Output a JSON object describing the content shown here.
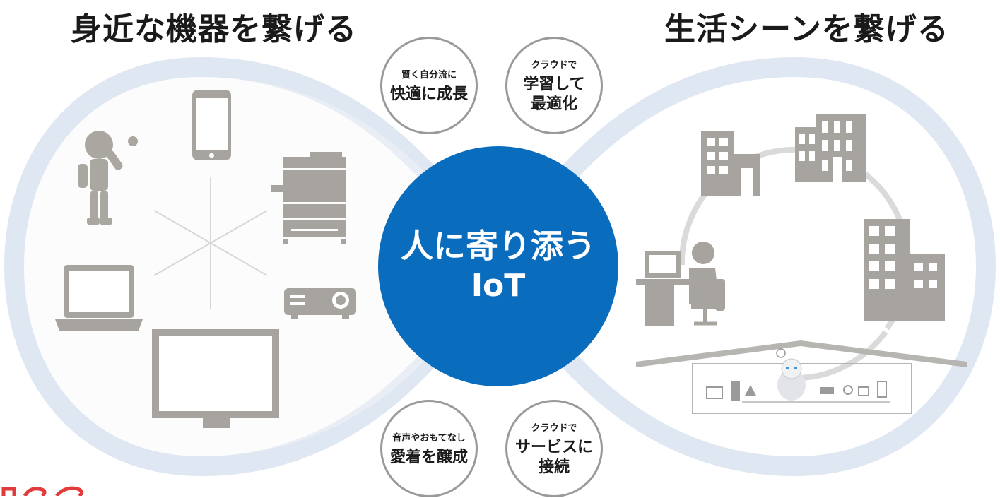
{
  "headings": {
    "left": "身近な機器を繋げる",
    "right": "生活シーンを繋げる"
  },
  "center": {
    "line1": "人に寄り添う",
    "line2": "IoT"
  },
  "bubbles": {
    "top_left": {
      "small": "賢く自分流に",
      "big": "快適に成長"
    },
    "top_right": {
      "small": "クラウドで",
      "big": "学習して\n最適化"
    },
    "bottom_left": {
      "small": "音声やおもてなし",
      "big": "愛着を醸成"
    },
    "bottom_right": {
      "small": "クラウドで",
      "big": "サービスに\n接続"
    }
  },
  "icons": {
    "left_devices": [
      "robot-icon",
      "smartphone-icon",
      "copier-icon",
      "laptop-icon",
      "projector-icon",
      "monitor-icon"
    ],
    "right_scenes": [
      "office-building-icon",
      "tall-building-icon",
      "apartment-building-icon",
      "desk-worker-icon",
      "house-appliances-icon"
    ]
  },
  "colors": {
    "center_fill": "#0a6cbd",
    "infinity_band": "#dfe7f2",
    "icon_gray": "#a7a49f",
    "bubble_border": "#9a9a9a"
  }
}
